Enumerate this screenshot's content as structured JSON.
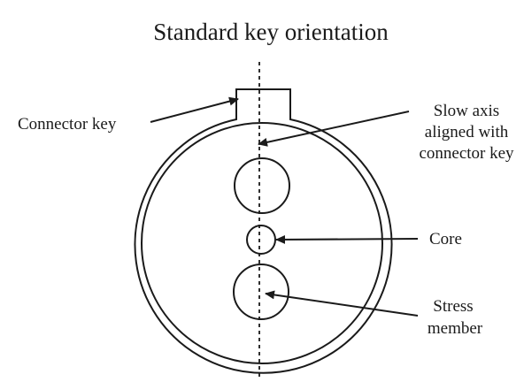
{
  "title": "Standard key orientation",
  "labels": {
    "connector_key": "Connector key",
    "slow_axis_line1": "Slow axis",
    "slow_axis_line2": "aligned with",
    "slow_axis_line3": "connector key",
    "core": "Core",
    "stress_line1": "Stress",
    "stress_line2": "member"
  },
  "colors": {
    "stroke": "#1a1a1a",
    "background": "#ffffff"
  }
}
